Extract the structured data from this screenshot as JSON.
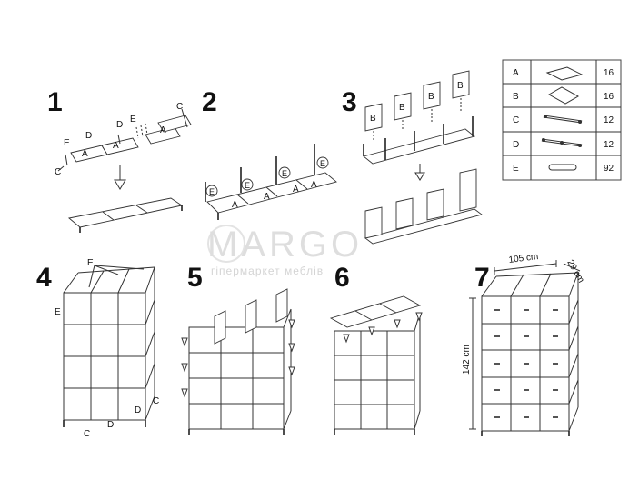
{
  "steps": [
    "1",
    "2",
    "3",
    "4",
    "5",
    "6",
    "7"
  ],
  "part_labels": {
    "A": "A",
    "B": "B",
    "C": "C",
    "D": "D",
    "E": "E"
  },
  "parts_table": [
    {
      "letter": "A",
      "icon": "panel-a-icon",
      "qty": "16"
    },
    {
      "letter": "B",
      "icon": "panel-b-icon",
      "qty": "16"
    },
    {
      "letter": "C",
      "icon": "connector-c-icon",
      "qty": "12"
    },
    {
      "letter": "D",
      "icon": "connector-d-icon",
      "qty": "12"
    },
    {
      "letter": "E",
      "icon": "pin-e-icon",
      "qty": "92"
    }
  ],
  "dimensions": {
    "width": "105 cm",
    "depth": "29 cm",
    "height": "142 cm"
  },
  "watermark": {
    "brand": "MARGO",
    "tagline": "гіпермаркет меблів"
  }
}
